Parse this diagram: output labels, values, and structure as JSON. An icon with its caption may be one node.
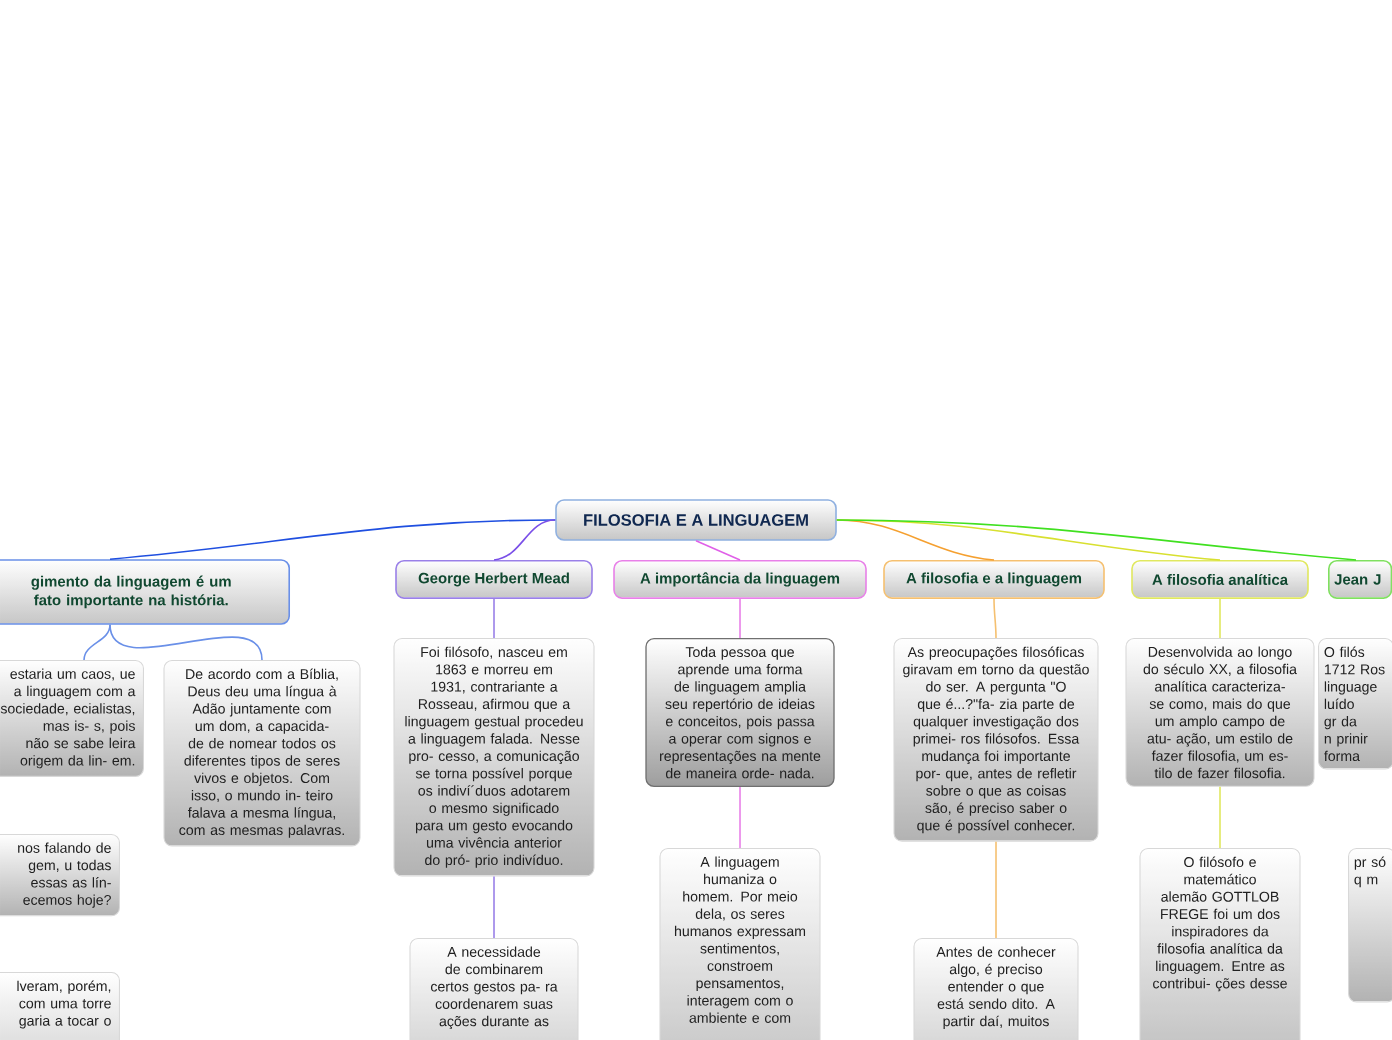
{
  "diagram": {
    "nodes": [
      {
        "text": [
          "FILOSOFIA E A LINGUAGEM"
        ]
      },
      {
        "text": [
          "gimento da linguagem é um fato importante na história."
        ]
      },
      {
        "text": [
          "George Herbert Mead"
        ]
      },
      {
        "text": [
          "A importância da linguagem"
        ]
      },
      {
        "text": [
          "A filosofia e a linguagem"
        ]
      },
      {
        "text": [
          "A filosofia analítica"
        ]
      },
      {
        "text": [
          "Jean J"
        ]
      },
      {
        "text": [
          "estaria um caos, ue a linguagem com a sociedade, ecialistas, mas is- s, pois não se sabe leira origem da lin- em."
        ]
      },
      {
        "text": [
          "De acordo com a Bíblia, Deus deu uma língua à Adão juntamente com um dom, a capacida- de de nomear todos os diferentes tipos de seres vivos e objetos. Com isso, o mundo in- teiro falava a mesma língua, com as mesmas palavras."
        ]
      },
      {
        "text": [
          "nos falando de gem, u todas essas as lín- ecemos hoje?"
        ]
      },
      {
        "text": [
          "lveram, porém, com uma torre garia a tocar o"
        ]
      },
      {
        "text": [
          "Foi filósofo, nasceu em 1863 e morreu em 1931, contrariante a Rosseau, afirmou que a linguagem gestual procedeu a linguagem falada. Nesse pro- cesso, a comunicação se torna possível porque os indiví´duos adotarem o mesmo significado para um gesto evocando uma vivência anterior do pró- prio indivíduo."
        ]
      },
      {
        "text": [
          "A necessidade de combinarem certos gestos pa- ra coordenarem suas ações durante as"
        ]
      },
      {
        "text": [
          "Toda pessoa que aprende uma forma de linguagem amplia seu repertório de ideias e conceitos, pois passa a operar com signos e representações na mente de maneira orde- nada."
        ]
      },
      {
        "text": [
          "A linguagem humaniza o homem. Por meio dela, os seres humanos expressam sentimentos, constroem pensamentos, interagem com o ambiente e com"
        ]
      },
      {
        "text": [
          "As preocupações filosóficas giravam em torno da questão do ser. A pergunta \"O que é...?\"fa- zia parte de qualquer investigação dos primei- ros filósofos. Essa mudança foi importante por- que, antes de refletir sobre o que as coisas são, é preciso saber o que é possível conhecer."
        ]
      },
      {
        "text": [
          "Antes de conhecer algo, é preciso entender o que está sendo dito. A partir daí, muitos"
        ]
      },
      {
        "text": [
          "Desenvolvida ao longo do século XX, a filosofia analítica caracteriza-se como, mais do que um amplo campo de atu- ação, um estilo de fazer filosofia, um es- tilo de fazer filosofia."
        ]
      },
      {
        "text": [
          "O filósofo e matemático alemão GOTTLOB FREGE foi um dos inspiradores da filosofia analítica da linguagem. Entre as contribui- ções desse"
        ]
      },
      {
        "text": [
          "O filós 1712 Ros linguage luído gr da n prinir forma"
        ]
      },
      {
        "text": [
          "pr só q m"
        ]
      }
    ],
    "edges": [
      {
        "from": 0,
        "to": 1,
        "arrow": "none",
        "color": "#1f4fe0"
      },
      {
        "from": 0,
        "to": 2,
        "arrow": "none",
        "color": "#7a4fe8"
      },
      {
        "from": 0,
        "to": 3,
        "arrow": "none",
        "color": "#e060e8"
      },
      {
        "from": 0,
        "to": 4,
        "arrow": "none",
        "color": "#f5a030"
      },
      {
        "from": 0,
        "to": 5,
        "arrow": "none",
        "color": "#d8e030"
      },
      {
        "from": 0,
        "to": 6,
        "arrow": "none",
        "color": "#40e020"
      },
      {
        "from": 1,
        "to": 7,
        "arrow": "none",
        "color": "#6a90e8"
      },
      {
        "from": 1,
        "to": 8,
        "arrow": "none",
        "color": "#6a90e8"
      },
      {
        "from": 2,
        "to": 11,
        "arrow": "none",
        "color": "#9a80e8"
      },
      {
        "from": 11,
        "to": 12,
        "arrow": "none",
        "color": "#9a80e8"
      },
      {
        "from": 3,
        "to": 13,
        "arrow": "none",
        "color": "#e880e8"
      },
      {
        "from": 13,
        "to": 14,
        "arrow": "none",
        "color": "#e880e8"
      },
      {
        "from": 4,
        "to": 15,
        "arrow": "none",
        "color": "#f5c070"
      },
      {
        "from": 15,
        "to": 16,
        "arrow": "none",
        "color": "#f5c070"
      },
      {
        "from": 5,
        "to": 17,
        "arrow": "none",
        "color": "#e0e860"
      },
      {
        "from": 17,
        "to": 18,
        "arrow": "none",
        "color": "#e0e860"
      }
    ]
  }
}
